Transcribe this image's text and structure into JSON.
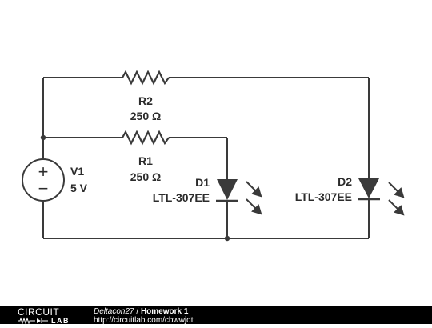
{
  "components": {
    "r2": {
      "ref": "R2",
      "value": "250 Ω"
    },
    "r1": {
      "ref": "R1",
      "value": "250 Ω"
    },
    "v1": {
      "ref": "V1",
      "value": "5 V",
      "plus": "+",
      "minus": "−"
    },
    "d1": {
      "ref": "D1",
      "part": "LTL-307EE"
    },
    "d2": {
      "ref": "D2",
      "part": "LTL-307EE"
    }
  },
  "footer": {
    "logo_top": "CIRCUIT",
    "logo_bottom": "LAB",
    "author": "Deltacon27",
    "separator": " / ",
    "title": "Homework 1",
    "url": "http://circuitlab.com/cbwwjdt"
  },
  "colors": {
    "wire": "#3a3a3a",
    "text": "#2b2b2b",
    "footer_bg": "#000000",
    "footer_text": "#ffffff"
  }
}
